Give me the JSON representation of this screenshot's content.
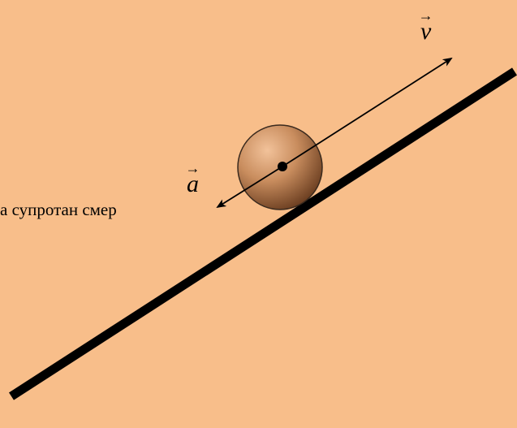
{
  "labels": {
    "velocity": "v",
    "acceleration": "a",
    "caption": "а супротан смер"
  },
  "colors": {
    "background": "#F8BE8A",
    "incline": "#000000",
    "ball_light": "#D9A37A",
    "ball_dark": "#6B3E1E"
  },
  "icons": {
    "vector_arrow": "right-arrow-over"
  }
}
